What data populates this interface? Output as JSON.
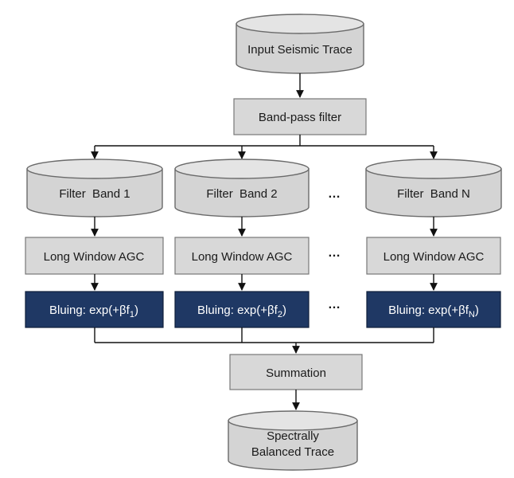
{
  "input": {
    "label": "Input Seismic Trace"
  },
  "bandpass": {
    "label": "Band-pass filter"
  },
  "bands": [
    {
      "filter_label": "Filter  Band 1",
      "agc_label": "Long Window AGC",
      "bluing_prefix": "Bluing: exp(+βf",
      "bluing_sub": "1",
      "bluing_suffix": ")"
    },
    {
      "filter_label": "Filter  Band 2",
      "agc_label": "Long Window AGC",
      "bluing_prefix": "Bluing: exp(+βf",
      "bluing_sub": "2",
      "bluing_suffix": ")"
    },
    {
      "filter_label": "Filter  Band N",
      "agc_label": "Long Window AGC",
      "bluing_prefix": "Bluing: exp(+βf",
      "bluing_sub": "N",
      "bluing_suffix": ")"
    }
  ],
  "ellipsis": "…",
  "ellipsis_short": "…",
  "summation": {
    "label": "Summation"
  },
  "output": {
    "label_line1": "Spectrally",
    "label_line2": "Balanced Trace"
  },
  "colors": {
    "dark_box": "#1f3864",
    "light_box": "#d8d8d8",
    "cylinder": "#d4d4d4"
  }
}
